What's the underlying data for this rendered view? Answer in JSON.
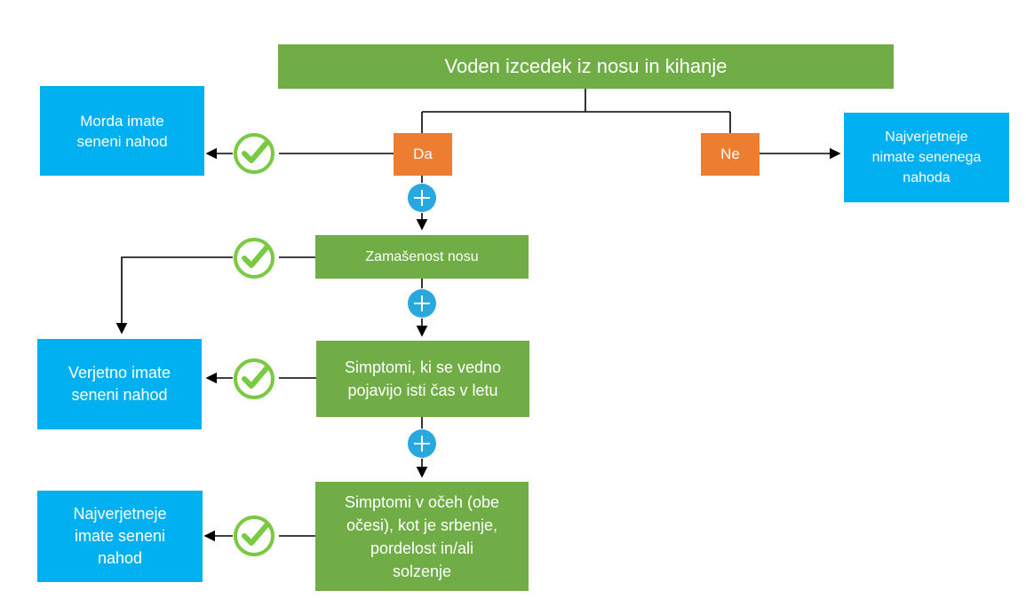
{
  "nodes": {
    "main": "Voden izcedek iz nosu in kihanje",
    "yes": "Da",
    "no": "Ne",
    "result_yes": "Morda imate seneni nahod",
    "result_no": "Najverjetneje nimate senenega nahoda",
    "step2": "Zamašenost nosu",
    "result2": "Verjetno imate seneni nahod",
    "step3": "Simptomi, ki se vedno pojavijo isti čas v letu",
    "step4": "Simptomi v očeh (obe očesi), kot je srbenje, pordelost in/ali solzenje",
    "result4": "Najverjetneje imate seneni nahod"
  },
  "colors": {
    "green": "#70ad47",
    "blue": "#00b0f0",
    "orange": "#ed7d31",
    "check_green": "#7ac943",
    "plus_blue": "#29a8e0"
  },
  "icons": {
    "confirm": "check-circle-icon",
    "add": "plus-circle-icon"
  }
}
